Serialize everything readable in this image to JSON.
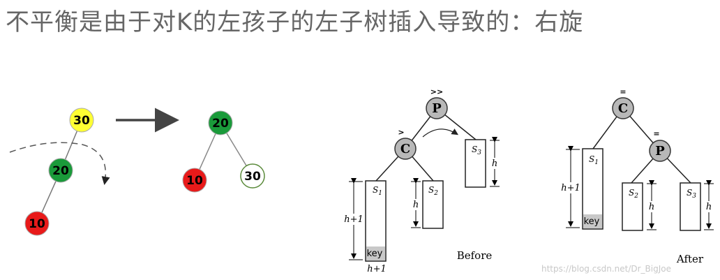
{
  "title": "不平衡是由于对K的左孩子的左子树插入导致的：右旋",
  "left_before": {
    "root": "30",
    "mid": "20",
    "leaf": "10"
  },
  "left_after": {
    "root": "20",
    "left": "10",
    "right": "30"
  },
  "diagram_before": {
    "p_mark": ">>",
    "c_mark": ">",
    "p": "P",
    "c": "C",
    "s1_main": "S",
    "s1_sub": "1",
    "s2_main": "S",
    "s2_sub": "2",
    "s3_main": "S",
    "s3_sub": "3",
    "key": "key",
    "h_s1": "h+1",
    "h_s2": "h",
    "h_s3": "h",
    "bottom_label": "h+1",
    "caption": "Before"
  },
  "diagram_after": {
    "c_mark": "=",
    "p_mark": "=",
    "c": "C",
    "p": "P",
    "s1_main": "S",
    "s1_sub": "1",
    "s2_main": "S",
    "s2_sub": "2",
    "s3_main": "S",
    "s3_sub": "3",
    "key": "key",
    "h_s1": "h+1",
    "h_s2": "h",
    "h_s3": "h",
    "caption": "After"
  },
  "colors": {
    "yellow": "#ffff33",
    "green": "#1a9a3a",
    "red": "#e81a1a",
    "gray_node": "#b8b8b8",
    "key_bg": "#c8c8c8"
  },
  "watermark": "https://blog.csdn.net/Dr_BigJoe"
}
